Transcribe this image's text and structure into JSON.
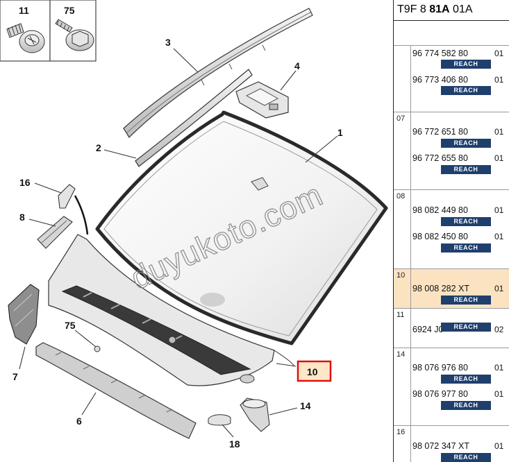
{
  "diagram": {
    "icons": [
      {
        "number": "11",
        "icon": "screw-clip-icon"
      },
      {
        "number": "75",
        "icon": "bolt-icon"
      }
    ],
    "callouts": [
      "1",
      "2",
      "3",
      "4",
      "16",
      "8",
      "7",
      "75",
      "6",
      "18",
      "14"
    ],
    "highlighted_callout": "10",
    "watermark": "duyukoto.com"
  },
  "panel": {
    "header_prefix": "T9F 8 ",
    "header_bold": "81A",
    "header_suffix": " 01A",
    "badge_label": "REACH",
    "groups": [
      {
        "number": "",
        "refs": [
          {
            "code": "96 774 582 80",
            "suffix": "01"
          },
          {
            "code": "96 773 406 80",
            "suffix": "01"
          }
        ]
      },
      {
        "number": "07",
        "refs": [
          {
            "code": "96 772 651 80",
            "suffix": "01"
          },
          {
            "code": "96 772 655 80",
            "suffix": "01"
          }
        ]
      },
      {
        "number": "08",
        "refs": [
          {
            "code": "98 082 449 80",
            "suffix": "01"
          },
          {
            "code": "98 082 450 80",
            "suffix": "01"
          }
        ]
      },
      {
        "number": "10",
        "highlight": true,
        "refs": [
          {
            "code": "98 008 282 XT",
            "suffix": "01"
          }
        ]
      },
      {
        "number": "11",
        "refs": [
          {
            "code": "6924 J0",
            "suffix": "02"
          }
        ]
      },
      {
        "number": "14",
        "refs": [
          {
            "code": "98 076 976 80",
            "suffix": "01"
          },
          {
            "code": "98 076 977 80",
            "suffix": "01"
          }
        ]
      },
      {
        "number": "16",
        "refs": [
          {
            "code": "98 072 347 XT",
            "suffix": "01"
          }
        ]
      }
    ]
  }
}
